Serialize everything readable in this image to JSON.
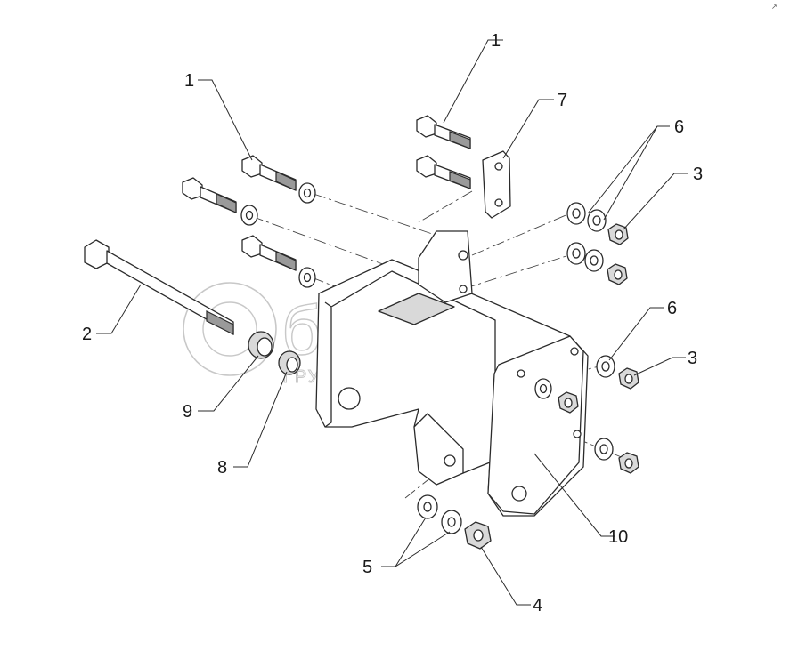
{
  "callouts": {
    "c1a": "1",
    "c1b": "1",
    "c2": "2",
    "c3a": "3",
    "c3b": "3",
    "c4": "4",
    "c5": "5",
    "c6a": "6",
    "c6b": "6",
    "c7": "7",
    "c8": "8",
    "c9": "9",
    "c10": "10"
  },
  "watermark": {
    "brand": "белагро",
    "tagline": "ГРУППА КОМПАНИЙ"
  },
  "corner_mark": "↗"
}
